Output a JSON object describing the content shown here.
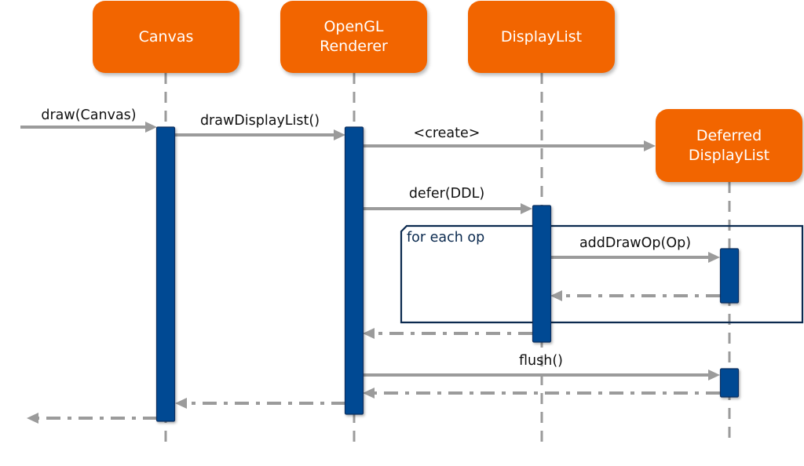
{
  "diagram": {
    "type": "sequence",
    "colors": {
      "participant_fill": "#F26500",
      "participant_text": "#FFFFFF",
      "activation_fill": "#044A93",
      "activation_border": "#0A2F5E",
      "message_line": "#9B9B9B",
      "lifeline": "#9B9B9B",
      "frame_border": "#0B2A4F",
      "frame_text": "#0B2A4F",
      "label_text": "#111111"
    },
    "participants": [
      {
        "id": "canvas",
        "label": "Canvas"
      },
      {
        "id": "opengl",
        "label": "OpenGL\nRenderer"
      },
      {
        "id": "displaylist",
        "label": "DisplayList"
      },
      {
        "id": "ddl",
        "label": "Deferred\nDisplayList"
      }
    ],
    "messages": [
      {
        "id": "draw",
        "from": "external",
        "to": "canvas",
        "label": "draw(Canvas)",
        "kind": "call"
      },
      {
        "id": "drawDisplayList",
        "from": "canvas",
        "to": "opengl",
        "label": "drawDisplayList()",
        "kind": "call"
      },
      {
        "id": "create",
        "from": "opengl",
        "to": "ddl",
        "label": "<create>",
        "kind": "create"
      },
      {
        "id": "defer",
        "from": "opengl",
        "to": "displaylist",
        "label": "defer(DDL)",
        "kind": "call"
      },
      {
        "id": "addDrawOp",
        "from": "displaylist",
        "to": "ddl",
        "label": "addDrawOp(Op)",
        "kind": "call"
      },
      {
        "id": "addDrawOp-return",
        "from": "ddl",
        "to": "displaylist",
        "label": "",
        "kind": "return"
      },
      {
        "id": "defer-return",
        "from": "displaylist",
        "to": "opengl",
        "label": "",
        "kind": "return"
      },
      {
        "id": "flush",
        "from": "opengl",
        "to": "ddl",
        "label": "flush()",
        "kind": "call"
      },
      {
        "id": "flush-return",
        "from": "ddl",
        "to": "opengl",
        "label": "",
        "kind": "return"
      },
      {
        "id": "drawDisplayList-return",
        "from": "opengl",
        "to": "canvas",
        "label": "",
        "kind": "return"
      },
      {
        "id": "draw-return",
        "from": "canvas",
        "to": "external",
        "label": "",
        "kind": "return"
      }
    ],
    "fragments": [
      {
        "id": "loop",
        "label": "for each op",
        "covers": [
          "addDrawOp",
          "addDrawOp-return"
        ]
      }
    ]
  }
}
